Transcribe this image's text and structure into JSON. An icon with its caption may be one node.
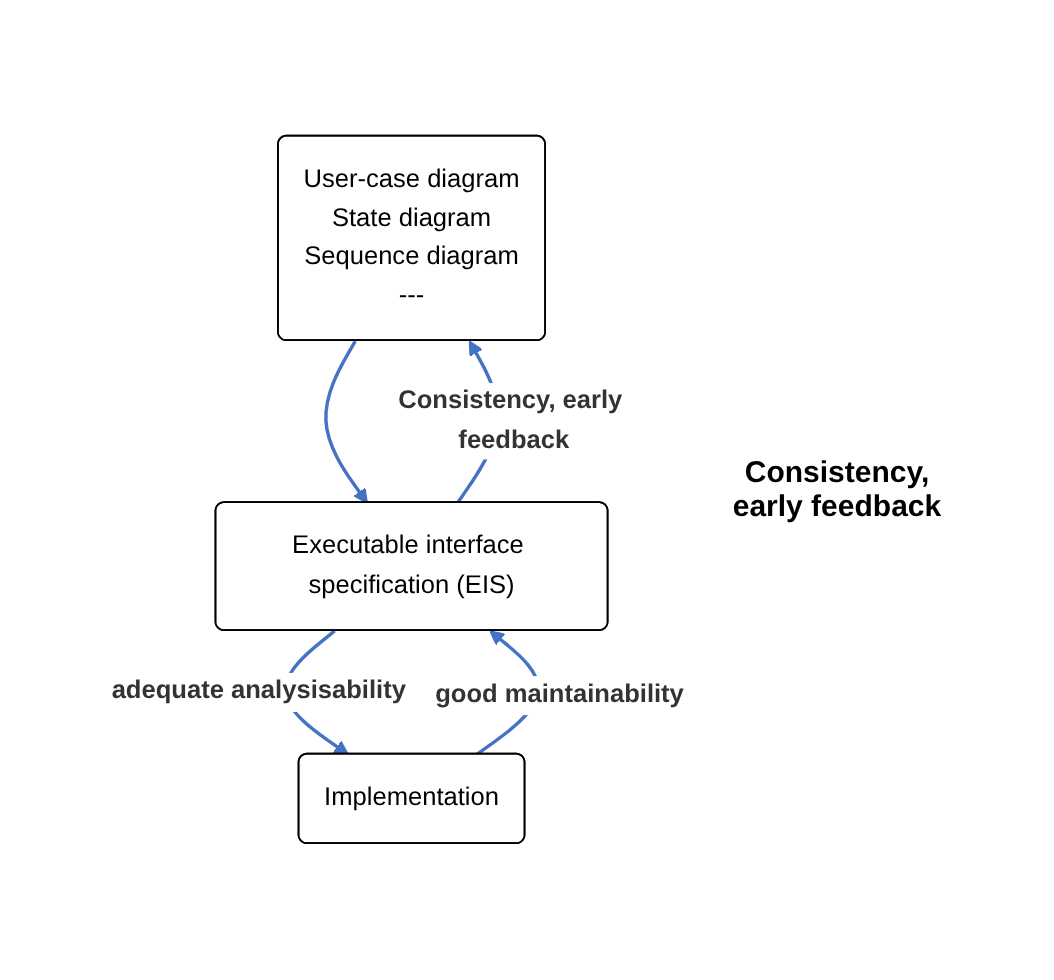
{
  "diagram": {
    "nodes": [
      {
        "text": [
          "User-case diagram",
          "State diagram",
          "Sequence diagram",
          "---"
        ]
      },
      {
        "text": [
          "Executable interface specification (EIS)"
        ]
      },
      {
        "text": [
          "Implementation"
        ]
      }
    ],
    "edges": [
      {
        "from": 0,
        "to": 1,
        "arrow": "to"
      },
      {
        "from": 1,
        "to": 0,
        "arrow": "to",
        "label": "Consistency, early feedback"
      },
      {
        "from": 1,
        "to": 2,
        "arrow": "to",
        "label": "adequate analysisability"
      },
      {
        "from": 2,
        "to": 1,
        "arrow": "to",
        "label": "good maintainability"
      }
    ],
    "labels": [
      "Consistency, early feedback"
    ]
  }
}
